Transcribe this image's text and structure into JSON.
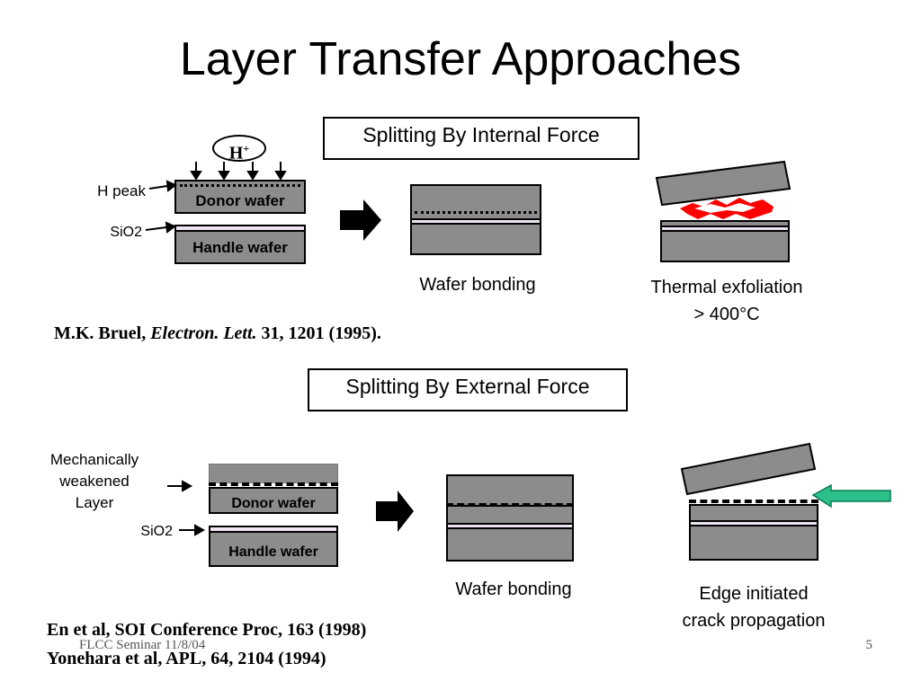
{
  "slide": {
    "title": "Layer Transfer Approaches",
    "footer": "FLCC Seminar 11/8/04",
    "page_number": "5"
  },
  "internal": {
    "header": "Splitting By Internal Force",
    "ion_label": "H",
    "ion_charge": "+",
    "h_peak_label": "H peak",
    "sio2_label": "SiO2",
    "donor_label": "Donor wafer",
    "handle_label": "Handle wafer",
    "bonding_caption": "Wafer bonding",
    "exfoliation_caption_line1": "Thermal exfoliation",
    "exfoliation_caption_line2": "> 400°C",
    "reference_author": "M.K. Bruel, ",
    "reference_journal": "Electron. Lett.",
    "reference_rest": " 31, 1201 (1995)."
  },
  "external": {
    "header": "Splitting By External Force",
    "weakened_line1": "Mechanically",
    "weakened_line2": "weakened",
    "weakened_line3": "Layer",
    "sio2_label": "SiO2",
    "donor_label": "Donor wafer",
    "handle_label": "Handle wafer",
    "bonding_caption": "Wafer bonding",
    "crack_caption_line1": "Edge initiated",
    "crack_caption_line2": "crack propagation",
    "reference_1": "En et al, SOI Conference Proc, 163 (1998)",
    "reference_2": "Yonehara et al, APL, 64, 2104 (1994)"
  },
  "colors": {
    "wafer_gray": "#8c8c8c",
    "oxide": "#ece4f0",
    "exfoliation_red": "#ff0000",
    "push_arrow_green": "#2bbf8a"
  }
}
